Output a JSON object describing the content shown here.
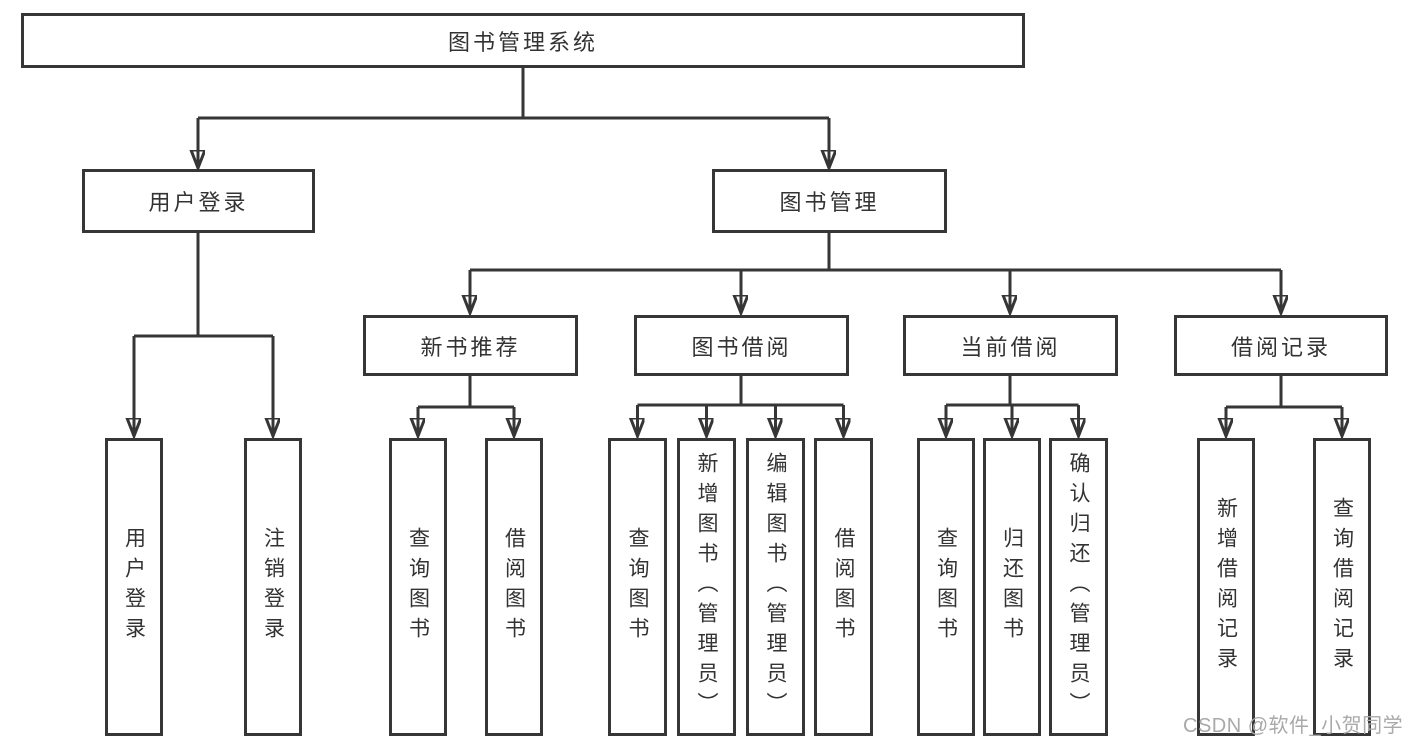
{
  "page": {
    "watermark": "CSDN @软件_小贺同学"
  },
  "styles": {
    "line_color": "#363636",
    "text_color": "#333333",
    "box_background": "#ffffff",
    "watermark_color": "#a9a9a9",
    "page_background": "#ffffff"
  },
  "tree": {
    "root": {
      "label": "图书管理系统"
    },
    "branches": [
      {
        "label": "用户登录",
        "leaves": [
          {
            "label": "用户登录"
          },
          {
            "label": "注销登录"
          }
        ]
      },
      {
        "label": "图书管理",
        "modules": [
          {
            "label": "新书推荐",
            "leaves": [
              {
                "label": "查询图书"
              },
              {
                "label": "借阅图书"
              }
            ]
          },
          {
            "label": "图书借阅",
            "leaves": [
              {
                "label": "查询图书"
              },
              {
                "label": "新增图书（管理员）"
              },
              {
                "label": "编辑图书（管理员）"
              },
              {
                "label": "借阅图书"
              }
            ]
          },
          {
            "label": "当前借阅",
            "leaves": [
              {
                "label": "查询图书"
              },
              {
                "label": "归还图书"
              },
              {
                "label": "确认归还（管理员）"
              }
            ]
          },
          {
            "label": "借阅记录",
            "leaves": [
              {
                "label": "新增借阅记录"
              },
              {
                "label": "查询借阅记录"
              }
            ]
          }
        ]
      }
    ]
  }
}
